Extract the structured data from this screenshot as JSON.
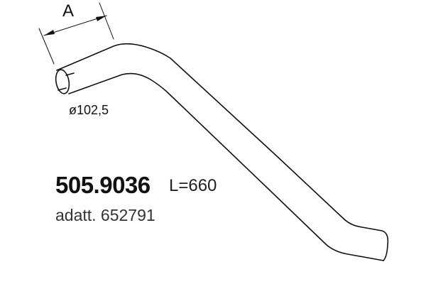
{
  "part": {
    "number": "505.9036",
    "length": "L=660",
    "replaces": "adatt. 652791",
    "diameter": "ø102,5",
    "dimension_label": "A"
  }
}
